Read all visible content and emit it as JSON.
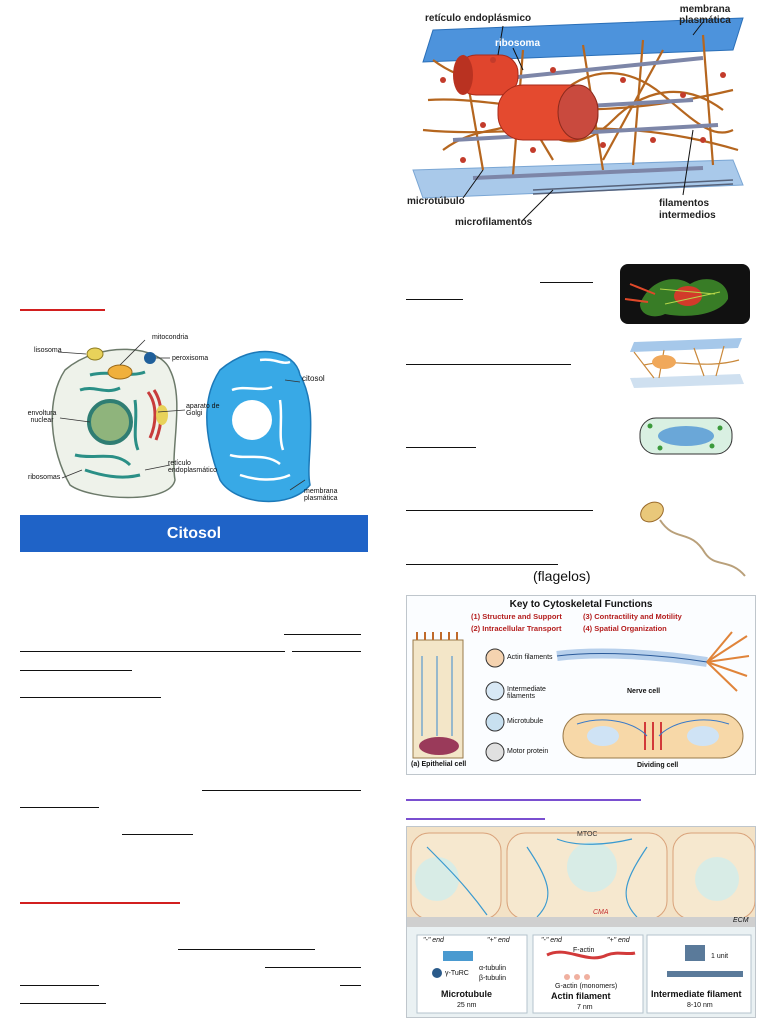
{
  "cytoskeleton_diagram": {
    "labels": {
      "reticulo": "retículo endoplásmico",
      "ribosoma": "ribosoma",
      "membrana": "membrana plasmática",
      "microtubulo": "microtúbulo",
      "microfilamentos": "microfilamentos",
      "filamentos": "filamentos intermedios"
    }
  },
  "cell_diagram": {
    "labels": {
      "lisosoma": "lisosoma",
      "mitocondria": "mitocondria",
      "peroxisoma": "peroxisoma",
      "envoltura": "envoltura nuclear",
      "aparato": "aparato de Golgi",
      "ribosomas": "ribosomas",
      "reticulo": "retículo endoplasmático",
      "citosol": "citosol",
      "membrana": "membrana plasmática"
    },
    "banner": "Citosol"
  },
  "right_column": {
    "flagelos_text": "(flagelos)"
  },
  "functions_panel": {
    "title": "Key to Cytoskeletal Functions",
    "items": [
      "(1) Structure and Support",
      "(2) Intracellular Transport",
      "(3) Contractility and Motility",
      "(4) Spatial Organization"
    ],
    "labels": {
      "actin": "Actin filaments",
      "intermediate": "Intermediate filaments",
      "microtubule": "Microtubule",
      "motor": "Motor protein",
      "nerve": "Nerve cell",
      "dividing": "Dividing cell",
      "epithelial": "(a) Epithelial cell"
    }
  },
  "filaments_panel": {
    "mtoc": "MTOC",
    "cma": "CMA",
    "ecm": "ECM",
    "microtubule": "Microtubule",
    "microtubule_size": "25 nm",
    "actin": "Actin filament",
    "actin_size": "7 nm",
    "intermediate": "Intermediate filament",
    "intermediate_size": "8-10 nm",
    "minus_end": "\"-\" end",
    "plus_end": "\"+\" end",
    "gturc": "γ-TuRC",
    "alpha": "α-tubulin",
    "beta": "β-tubulin",
    "factin": "F-actin",
    "gactin": "G-actin (monomers)",
    "unit": "1 unit"
  },
  "colors": {
    "banner_blue": "#1f63c7",
    "red_underline": "#d21f1f",
    "purple_underline": "#7a4fd0",
    "membrane_blue": "#3d8fd8",
    "filament_brown": "#b5661f"
  }
}
